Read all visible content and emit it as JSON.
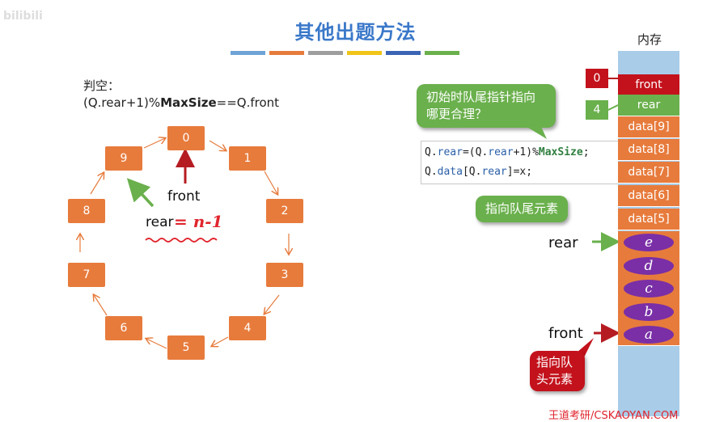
{
  "watermark": "bilibili",
  "title": "其他出题方法",
  "stripe_colors": [
    "#6fa3d6",
    "#e77b3c",
    "#9e9e9e",
    "#f0c419",
    "#3b64b4",
    "#6ab04c"
  ],
  "empty_check": {
    "label": "判空：",
    "expr_a": "(Q.rear+1)%",
    "expr_bold": "MaxSize",
    "expr_b": "==Q.front"
  },
  "ring_nodes": [
    "0",
    "1",
    "2",
    "3",
    "4",
    "5",
    "6",
    "7",
    "8",
    "9"
  ],
  "labels": {
    "front": "front",
    "rear": "rear",
    "rear_handwritten": "= n-1"
  },
  "bubbles": {
    "question": "初始时队尾指针指向哪更合理？",
    "point_rear": "指向队尾元素",
    "point_front": "指向队头元素"
  },
  "code": {
    "line1": {
      "a": "Q.",
      "b": "rear",
      "c": "=(Q.",
      "d": "rear",
      "e": "+1)%",
      "f": "MaxSize",
      "g": ";"
    },
    "line2": {
      "a": "Q.",
      "b": "data",
      "c": "[Q.",
      "d": "rear",
      "e": "]=x;"
    }
  },
  "memory": {
    "header": "内存",
    "cells": [
      "front",
      "rear",
      "data[9]",
      "data[8]",
      "data[7]",
      "data[6]",
      "data[5]"
    ],
    "elements": [
      "e",
      "d",
      "c",
      "b",
      "a"
    ],
    "front_index": "0",
    "rear_index": "4",
    "arrow_rear": "rear",
    "arrow_front": "front"
  },
  "colors": {
    "orange": "#e77b3c",
    "green": "#6ab04c",
    "red": "#c3121c",
    "purple": "#7a2fa6",
    "memory_bg": "#a9cce8"
  },
  "footer": "王道考研/CSKAOYAN.COM"
}
